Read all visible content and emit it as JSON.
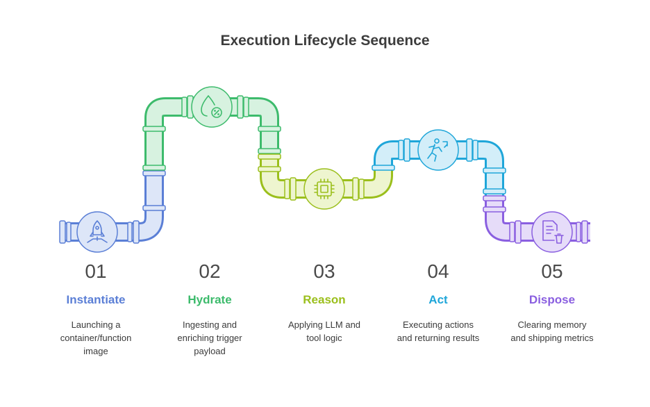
{
  "title": "Execution Lifecycle Sequence",
  "colors": {
    "instantiate": "#5b7fd6",
    "hydrate": "#3dbb6c",
    "reason": "#9bbf1c",
    "act": "#1fa6d9",
    "dispose": "#8a5fe0"
  },
  "steps": [
    {
      "number": "01",
      "label": "Instantiate",
      "description": [
        "Launching a",
        "container/function",
        "image"
      ],
      "icon": "rocket-launch-icon"
    },
    {
      "number": "02",
      "label": "Hydrate",
      "description": [
        "Ingesting and",
        "enriching trigger",
        "payload"
      ],
      "icon": "water-drop-percent-icon"
    },
    {
      "number": "03",
      "label": "Reason",
      "description": [
        "Applying LLM and",
        "tool logic"
      ],
      "icon": "cpu-chip-icon"
    },
    {
      "number": "04",
      "label": "Act",
      "description": [
        "Executing actions",
        "and returning results"
      ],
      "icon": "running-person-icon"
    },
    {
      "number": "05",
      "label": "Dispose",
      "description": [
        "Clearing memory",
        "and shipping metrics"
      ],
      "icon": "document-trash-icon"
    }
  ]
}
